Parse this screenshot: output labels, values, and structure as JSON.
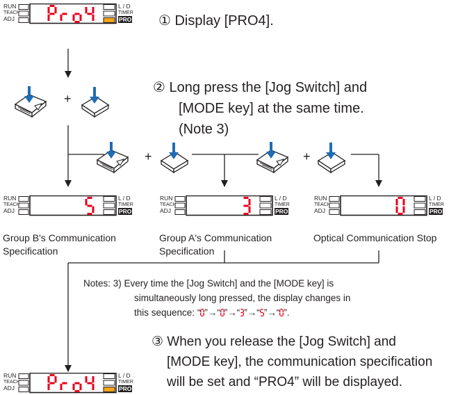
{
  "panel_labels": {
    "run": "RUN",
    "teach": "TEACH",
    "adj": "ADJ",
    "ld": "L / D",
    "timer": "TIMER",
    "pro": "PRO"
  },
  "displays": [
    {
      "name": "display-top",
      "text": "Pro4",
      "amber": true
    },
    {
      "name": "display-group-b",
      "text": "5",
      "amber": false
    },
    {
      "name": "display-group-a",
      "text": "3",
      "amber": false
    },
    {
      "name": "display-optical-stop",
      "text": "0",
      "amber": false
    },
    {
      "name": "display-bottom",
      "text": "Pro4",
      "amber": true
    }
  ],
  "steps": {
    "step1": "① Display [PRO4].",
    "step2_line1": "② Long press the [Jog Switch] and",
    "step2_line2": "[MODE key] at the same time.",
    "step2_line3": "(Note 3)",
    "step3_line1": "③ When you release the [Jog Switch] and",
    "step3_line2": "[MODE key], the communication specification",
    "step3_line3": "will be set and “PRO4” will be displayed."
  },
  "plus_sign": "+",
  "captions": {
    "group_b_line1": "Group B's Communication",
    "group_b_line2": "Specification",
    "group_a_line1": "Group A's Communication",
    "group_a_line2": "Specification",
    "optical_stop": "Optical Communication Stop"
  },
  "notes": {
    "line1": "Notes: 3) Every time the [Jog Switch] and the [MODE key] is",
    "line2": "simultaneously long pressed, the display changes in",
    "line3_prefix": "this sequence: ",
    "sequence": [
      "0",
      "0",
      "3",
      "5",
      "0"
    ]
  },
  "colors": {
    "segment_red": "#e8001c",
    "amber": "#f5a31a",
    "ink": "#231f20",
    "switch_blue": "#1f6db4"
  }
}
